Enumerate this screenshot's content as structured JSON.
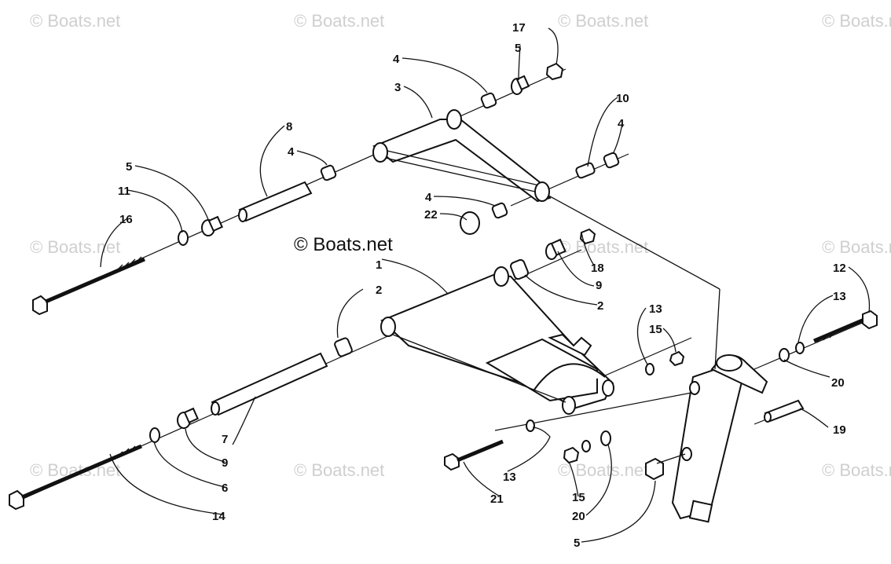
{
  "watermark": "© Boats.net",
  "brand_label": "© Boats.net",
  "callouts": {
    "c1": "1",
    "c2a": "2",
    "c2b": "2",
    "c3": "3",
    "c4a": "4",
    "c4b": "4",
    "c4c": "4",
    "c4d": "4",
    "c5a": "5",
    "c5b": "5",
    "c5c": "5",
    "c6": "6",
    "c7": "7",
    "c8": "8",
    "c9a": "9",
    "c9b": "9",
    "c10": "10",
    "c11": "11",
    "c12": "12",
    "c13a": "13",
    "c13b": "13",
    "c13c": "13",
    "c14": "14",
    "c15a": "15",
    "c15b": "15",
    "c16": "16",
    "c17": "17",
    "c18": "18",
    "c19": "19",
    "c20a": "20",
    "c20b": "20",
    "c21": "21",
    "c22": "22"
  }
}
